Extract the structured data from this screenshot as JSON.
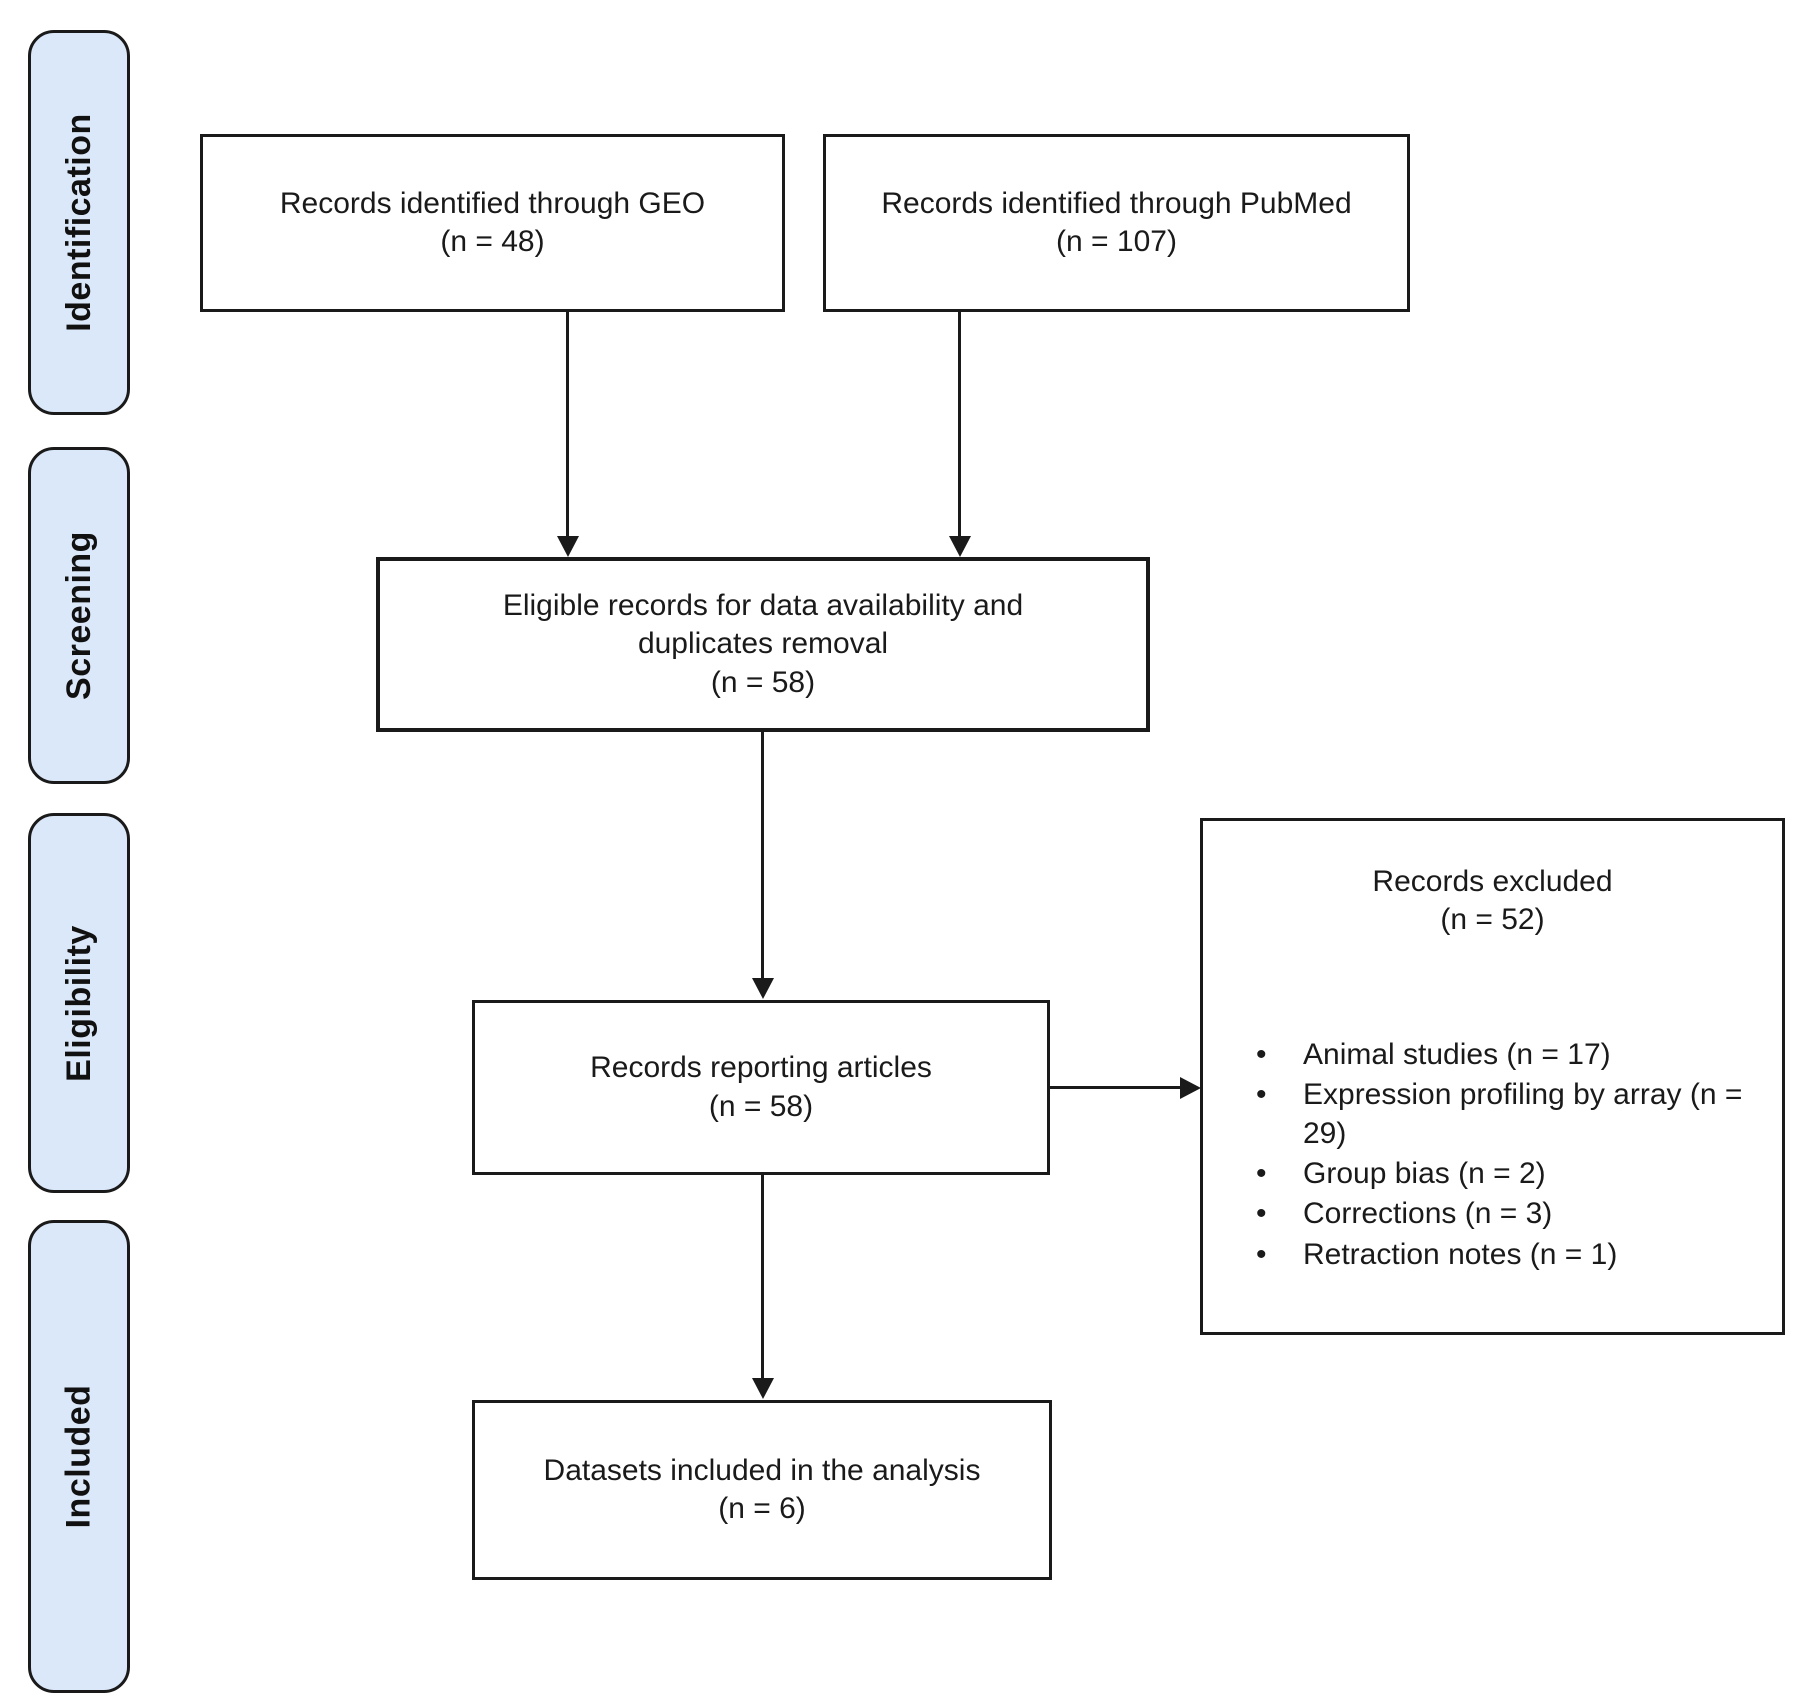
{
  "figure": {
    "type": "prisma-flow-diagram",
    "background_color": "#ffffff",
    "line_color": "#1a1a1a",
    "sidebar_fill_color": "#dbe8fa"
  },
  "sidebar": {
    "items": [
      {
        "label": "Identification"
      },
      {
        "label": "Screening"
      },
      {
        "label": "Eligibility"
      },
      {
        "label": "Included"
      }
    ]
  },
  "boxes": {
    "geo": {
      "label": "Records identified through GEO",
      "count": "(n = 48)"
    },
    "pubmed": {
      "label": "Records identified through PubMed",
      "count": "(n = 107)"
    },
    "eligible": {
      "label": "Eligible records for data availability and duplicates removal",
      "count": "(n = 58)"
    },
    "reporting": {
      "label": "Records reporting articles",
      "count": "(n = 58)"
    },
    "excluded": {
      "title": "Records excluded",
      "count": "(n = 52)",
      "items": [
        "Animal studies (n = 17)",
        "Expression profiling by array (n = 29)",
        "Group bias (n = 2)",
        "Corrections (n = 3)",
        "Retraction notes (n = 1)"
      ]
    },
    "datasets": {
      "label": "Datasets included in the analysis",
      "count": "(n = 6)"
    }
  }
}
